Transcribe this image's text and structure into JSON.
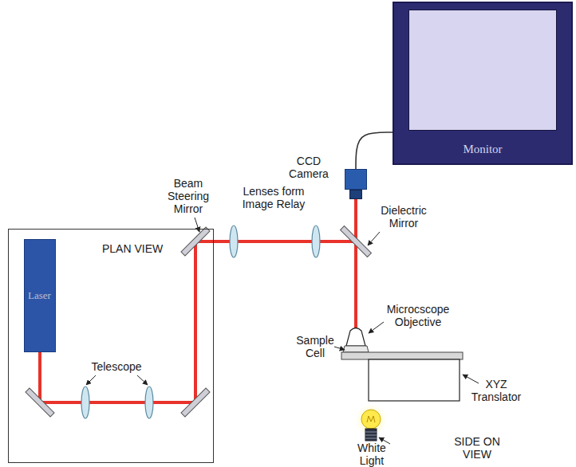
{
  "diagram": {
    "nodes": [
      {
        "text": [
          "Monitor"
        ]
      },
      {
        "text": [
          "CCD Camera"
        ]
      },
      {
        "text": [
          "PLAN VIEW"
        ]
      },
      {
        "text": [
          "Laser"
        ],
        "in": 2
      }
    ],
    "edges": [
      {
        "from": 1,
        "to": 0,
        "arrow": "none"
      }
    ],
    "labels": [
      "Beam Steering Mirror",
      "Lenses form Image Relay",
      "Dielectric Mirror",
      "Telescope",
      "Microcscope Objective",
      "Sample Cell",
      "XYZ Translator",
      "White Light",
      "SIDE ON VIEW"
    ]
  }
}
